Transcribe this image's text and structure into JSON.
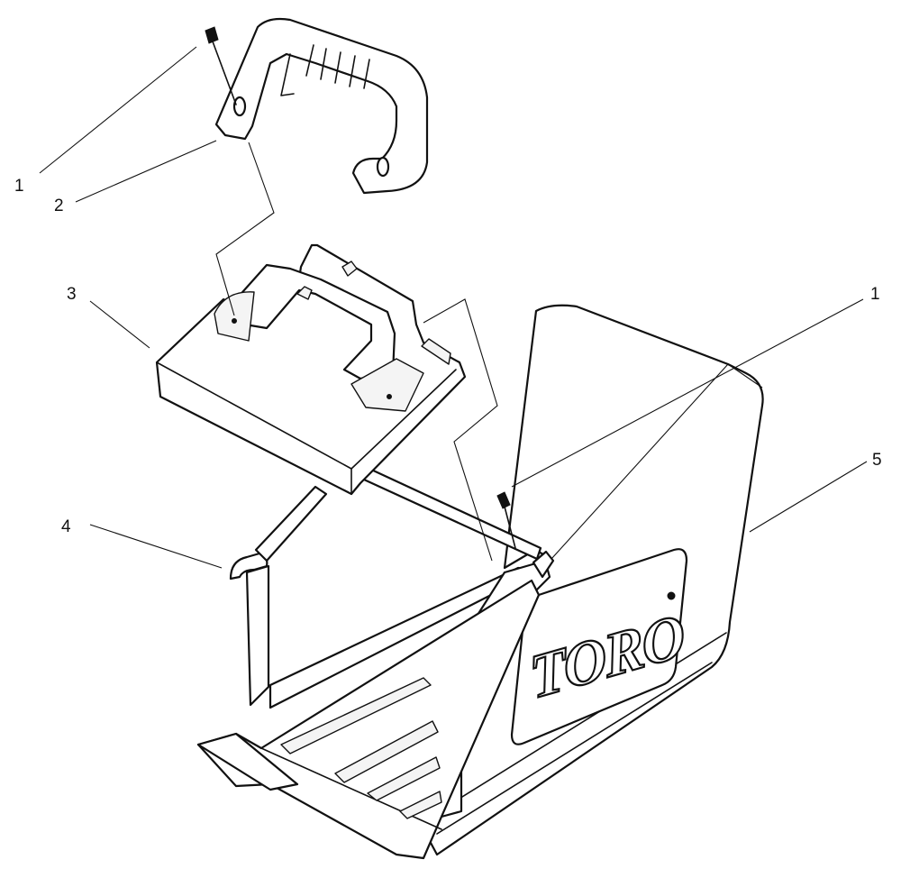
{
  "callouts": [
    {
      "id": "1a",
      "text": "1"
    },
    {
      "id": "2",
      "text": "2"
    },
    {
      "id": "3",
      "text": "3"
    },
    {
      "id": "1b",
      "text": "1"
    },
    {
      "id": "4",
      "text": "4"
    },
    {
      "id": "5",
      "text": "5"
    }
  ],
  "brand_logo": "TORO",
  "colors": {
    "line": "#111111",
    "background": "#ffffff"
  }
}
